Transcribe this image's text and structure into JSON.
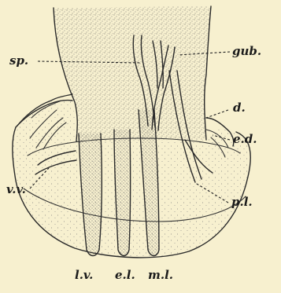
{
  "labels": {
    "sp": "sp.",
    "gub": "gub.",
    "d": "d.",
    "ed_right": "e.d.",
    "vv": "v.v.",
    "pl": "p.l.",
    "lv": "l.v.",
    "el": "e.l.",
    "ml": "m.l."
  },
  "colors": {
    "background": "#f7f0cf",
    "ink": "#2a2a2a",
    "stipple": "#6b6b6b"
  }
}
